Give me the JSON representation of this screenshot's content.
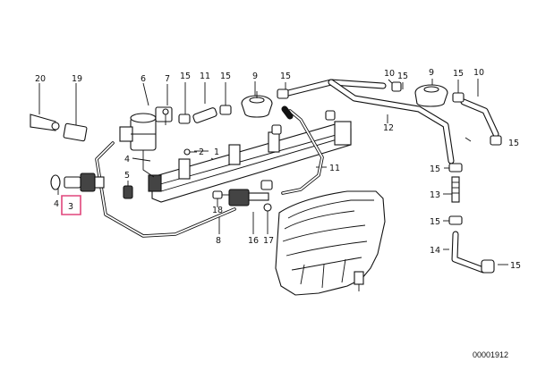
{
  "diagram": {
    "reference_code": "00001912",
    "highlight_color": "#e0457b",
    "callouts": {
      "c20": "20",
      "c19": "19",
      "c6": "6",
      "c7": "7",
      "c15a": "15",
      "c11a": "11",
      "c15b": "15",
      "c9a": "9",
      "c15c": "15",
      "c10a": "10",
      "c15d": "15",
      "c9b": "9",
      "c15e": "15",
      "c10b": "10",
      "c12": "12",
      "c15f": "15",
      "c2": "2",
      "c1": "1",
      "c11b": "11",
      "c4a": "4",
      "c5": "5",
      "c4b": "4",
      "c3": "3",
      "c15g": "15",
      "c13": "13",
      "c15h": "15",
      "c14": "14",
      "c15i": "15",
      "c18": "18",
      "c8": "8",
      "c16": "16",
      "c17": "17"
    }
  }
}
